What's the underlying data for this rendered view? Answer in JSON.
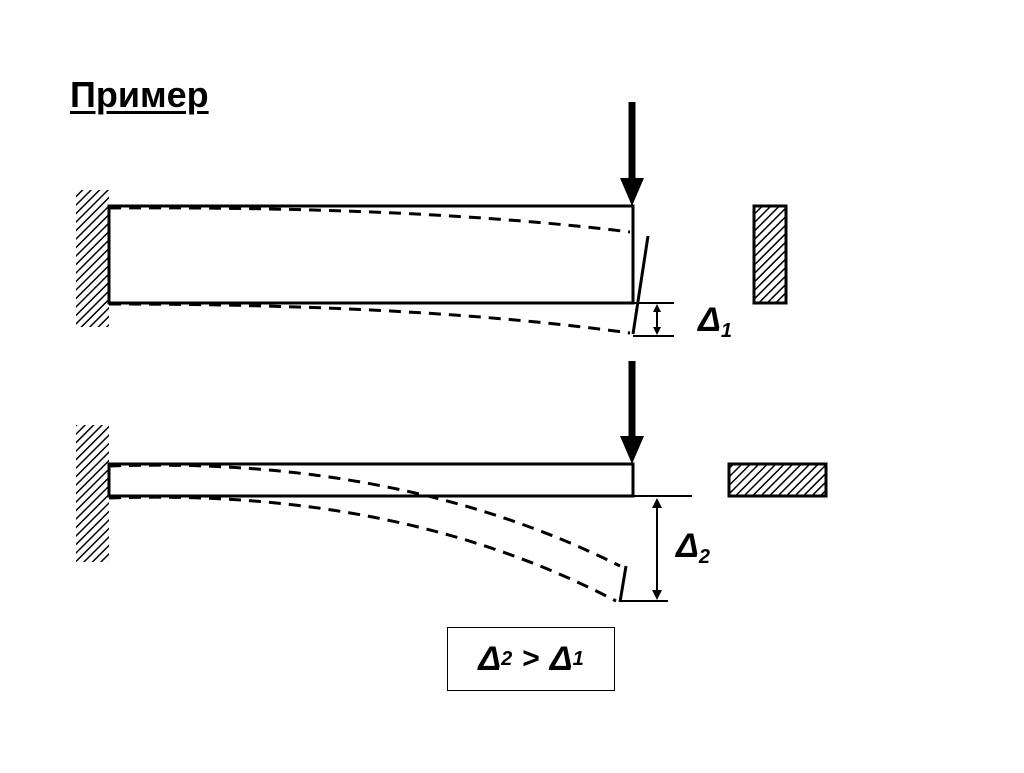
{
  "title": "Пример",
  "delta_symbol": "Δ",
  "beam1": {
    "label_sub": "1"
  },
  "beam2": {
    "label_sub": "2"
  },
  "comparison": {
    "left_sub": "2",
    "operator": ">",
    "right_sub": "1"
  },
  "colors": {
    "stroke": "#000000",
    "background": "#ffffff"
  }
}
